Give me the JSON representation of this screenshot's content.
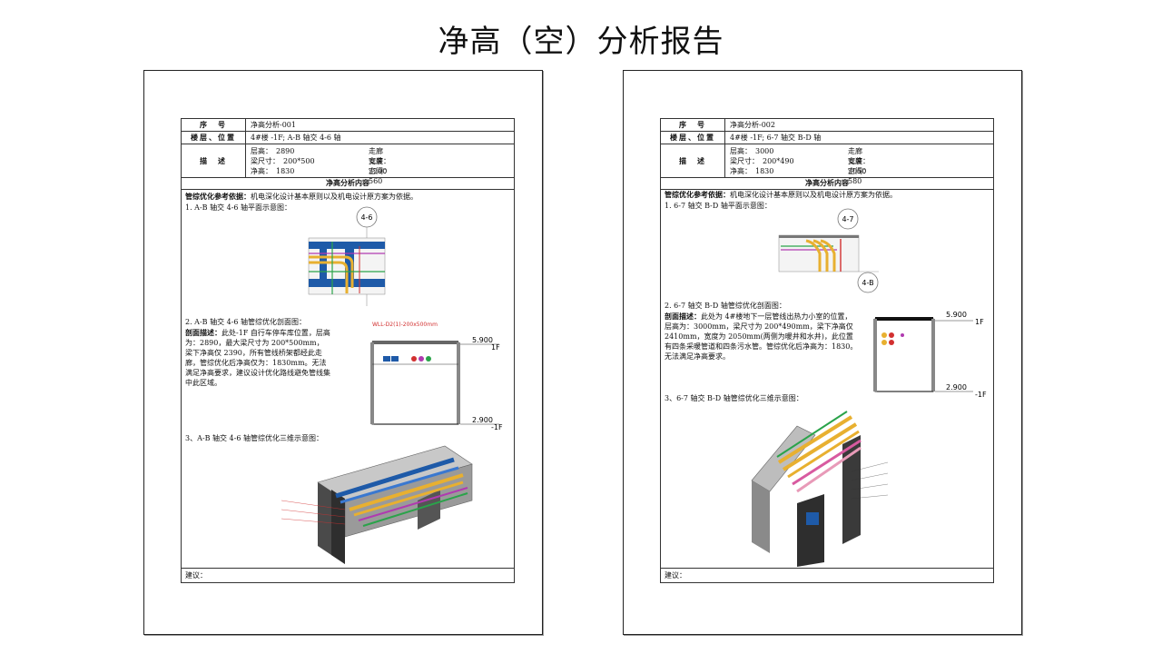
{
  "title": "净高（空）分析报告",
  "reports": [
    {
      "id": "净高分析-001",
      "seq_label": "序　号",
      "floor_label": "楼层、位置",
      "floor_value": "4#楼 -1F; A-B 轴交 4-6 轴",
      "desc_label": "描　述",
      "floor_height": "层高：　2890",
      "corridor_width": "走廊宽度：　2200",
      "beam_size": "梁尺寸：　200*500",
      "install_space": "安装空间：　560",
      "clear_height": "净高：　1830",
      "section_title": "净高分析内容",
      "basis_bold": "管综优化参考依据：",
      "basis_text": "机电深化设计基本原则以及机电设计原方案为依据。",
      "item1": "1. A-B 轴交 4-6 轴平面示意图：",
      "axis_tag": "4-6",
      "item2": "2. A-B 轴交 4-6 轴管综优化剖面图：",
      "section_desc_bold": "剖面描述：",
      "section_desc": "此处-1F 自行车停车库位置，层高为：2890，最大梁尺寸为 200*500mm，梁下净高仅 2390，所有管线桥架都经此走廊，管综优化后净高仅为：1830mm。无法满足净高要求，建议设计优化路线避免管线集中此区域。",
      "level_top": "5.900",
      "level_top_tag": "1F",
      "level_bottom": "2.900",
      "level_bottom_tag": "-1F",
      "beam_note": "WLL-D2(1)-200x500mm",
      "item3": "3、A-B 轴交 4-6 轴管综优化三维示意图：",
      "suggest": "建议："
    },
    {
      "id": "净高分析-002",
      "seq_label": "序　号",
      "floor_label": "楼层、位置",
      "floor_value": "4#楼 -1F; 6-7 轴交 B-D 轴",
      "desc_label": "描　述",
      "floor_height": "层高：　3000",
      "corridor_width": "走廊宽度：　2050",
      "beam_size": "梁尺寸：　200*490",
      "install_space": "安装空间：　580",
      "clear_height": "净高：　1830",
      "section_title": "净高分析内容",
      "basis_bold": "管综优化参考依据：",
      "basis_text": "机电深化设计基本原则以及机电设计原方案为依据。",
      "item1": "1. 6-7 轴交 B-D 轴平面示意图：",
      "axis_tag": "4-7",
      "axis_tag2": "4-B",
      "item2": "2. 6-7 轴交 B-D 轴管综优化剖面图：",
      "section_desc_bold": "剖面描述：",
      "section_desc": "此处为 4#楼地下一层管线出热力小室的位置，层高为：3000mm，梁尺寸为 200*490mm，梁下净高仅 2410mm，宽度为 2050mm(两侧为暖井和水井)，此位置有四条采暖管道和四条污水管。管综优化后净高为：1830。无法满足净高要求。",
      "level_top": "5.900",
      "level_top_tag": "1F",
      "level_bottom": "2.900",
      "level_bottom_tag": "-1F",
      "item3": "3、6-7 轴交 B-D 轴管综优化三维示意图：",
      "suggest": "建议："
    }
  ]
}
